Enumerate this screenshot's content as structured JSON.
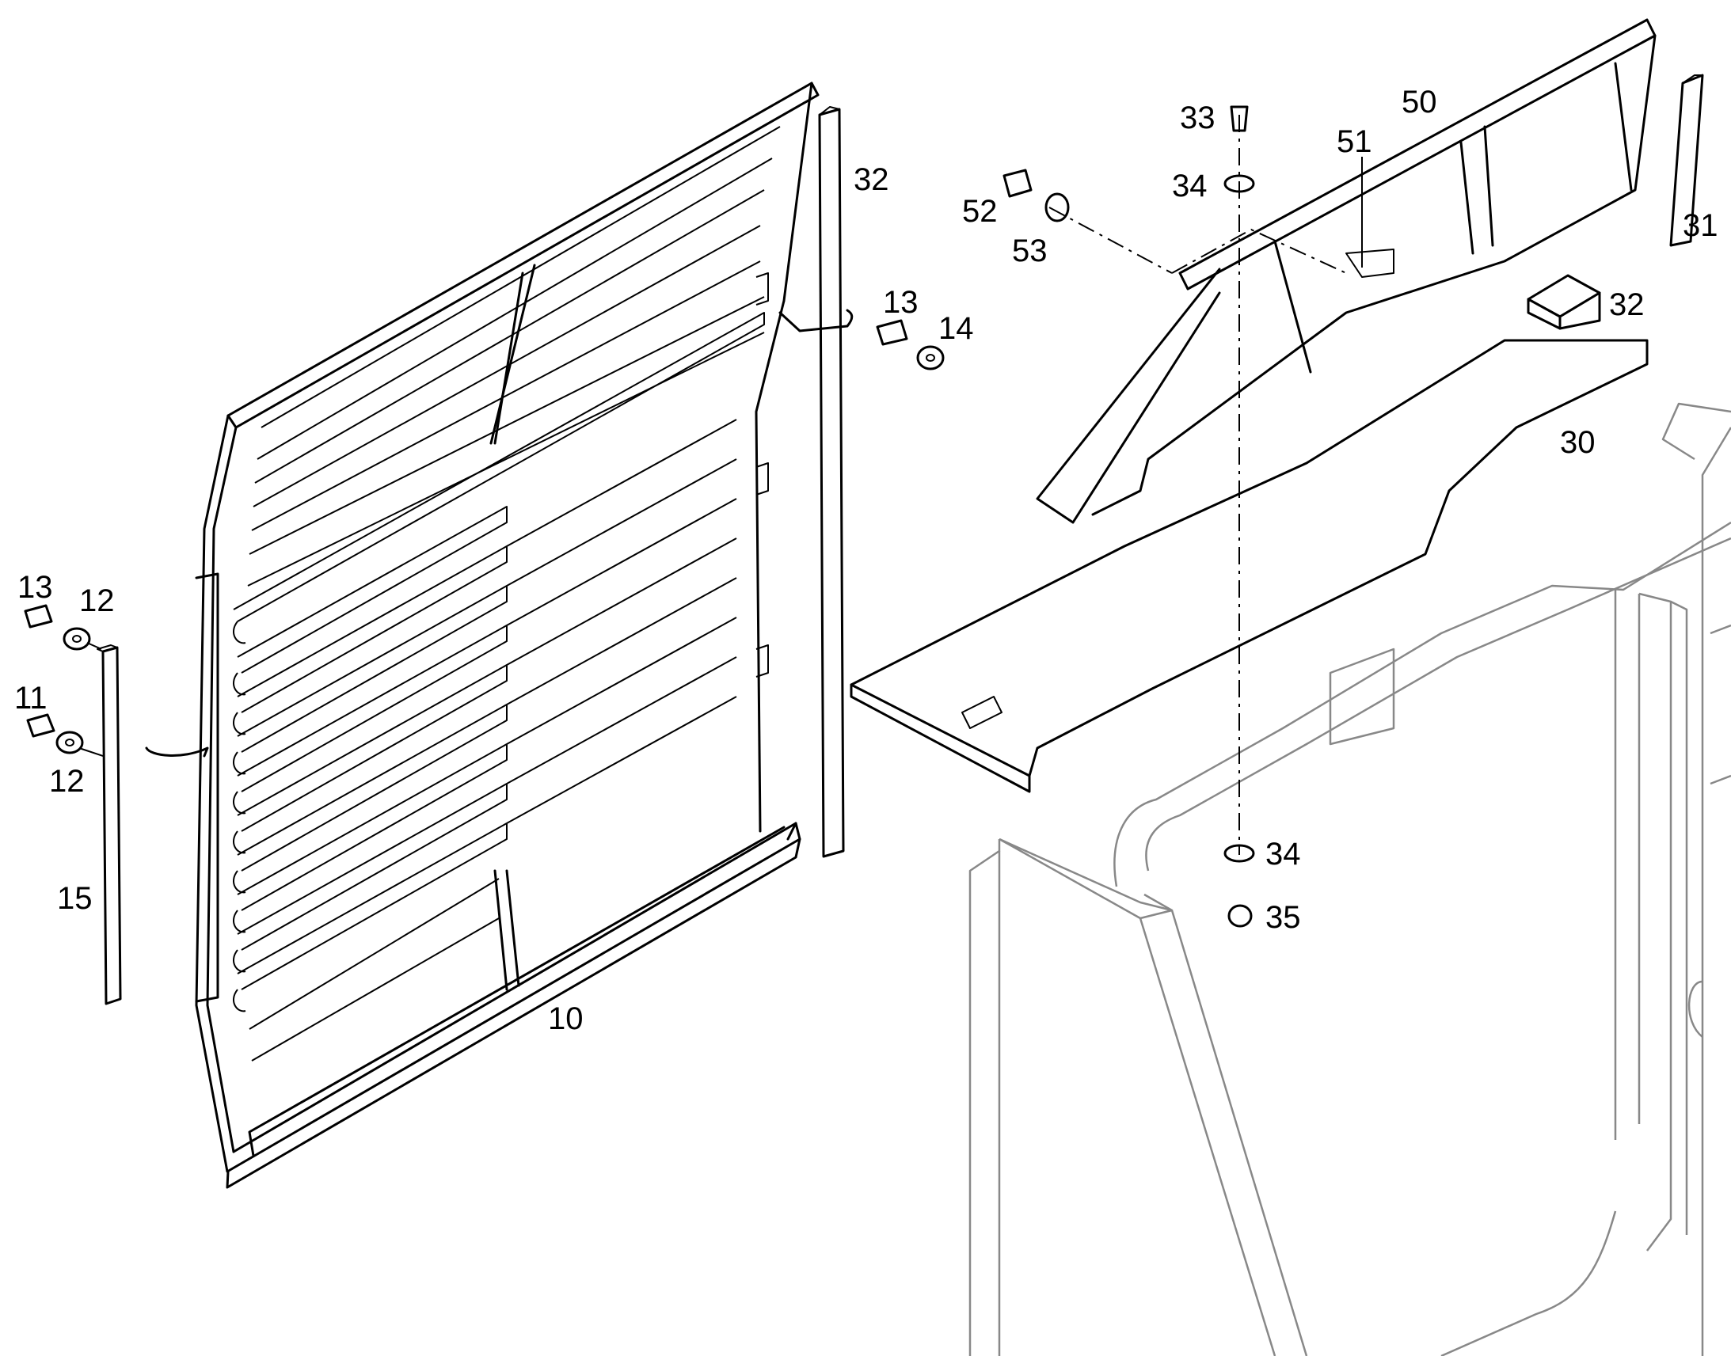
{
  "callouts": {
    "n10": "10",
    "n11": "11",
    "n12a": "12",
    "n12b": "12",
    "n13a": "13",
    "n13b": "13",
    "n14": "14",
    "n15": "15",
    "n30": "30",
    "n31": "31",
    "n32a": "32",
    "n32b": "32",
    "n33": "33",
    "n34a": "34",
    "n34b": "34",
    "n35": "35",
    "n50": "50",
    "n51": "51",
    "n52": "52",
    "n53": "53"
  }
}
